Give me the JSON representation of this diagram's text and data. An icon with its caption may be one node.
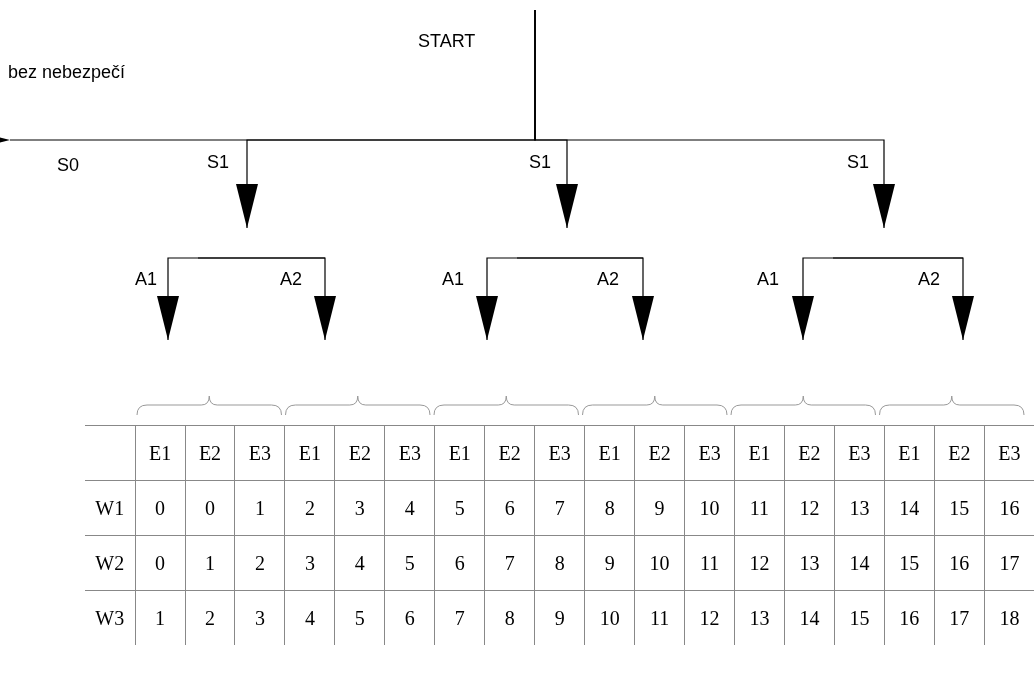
{
  "diagram": {
    "nodes": [
      {
        "text": [
          "START"
        ]
      },
      {
        "text": [
          "A1"
        ]
      },
      {
        "text": [
          "A2"
        ]
      },
      {
        "text": [
          "A1"
        ]
      },
      {
        "text": [
          "A2"
        ]
      },
      {
        "text": [
          "A1"
        ]
      },
      {
        "text": [
          "A2"
        ]
      }
    ],
    "edges": [
      {
        "from": 0,
        "to": null,
        "arrow": "to",
        "label": "S0"
      },
      {
        "from": 0,
        "to": null,
        "arrow": "to",
        "label": "S1"
      },
      {
        "from": 0,
        "to": null,
        "arrow": "to",
        "label": "S1"
      },
      {
        "from": 0,
        "to": null,
        "arrow": "to",
        "label": "S1"
      },
      {
        "from": null,
        "to": 1,
        "arrow": "to"
      },
      {
        "from": null,
        "to": 2,
        "arrow": "to"
      },
      {
        "from": null,
        "to": 3,
        "arrow": "to"
      },
      {
        "from": null,
        "to": 4,
        "arrow": "to"
      },
      {
        "from": null,
        "to": 5,
        "arrow": "to"
      },
      {
        "from": null,
        "to": 6,
        "arrow": "to"
      }
    ],
    "labels": [
      "bez nebezpečí",
      "E1",
      "E2",
      "E3",
      "E1",
      "E2",
      "E3",
      "E1",
      "E2",
      "E3",
      "E1",
      "E2",
      "E3",
      "E1",
      "E2",
      "E3",
      "E1",
      "E2",
      "E3",
      "W1",
      "0",
      "0",
      "1",
      "2",
      "3",
      "4",
      "5",
      "6",
      "7",
      "8",
      "9",
      "10",
      "11",
      "12",
      "13",
      "14",
      "15",
      "16",
      "W2",
      "0",
      "1",
      "2",
      "3",
      "4",
      "5",
      "6",
      "7",
      "8",
      "9",
      "10",
      "11",
      "12",
      "13",
      "14",
      "15",
      "16",
      "17",
      "W3",
      "1",
      "2",
      "3",
      "4",
      "5",
      "6",
      "7",
      "8",
      "9",
      "10",
      "11",
      "12",
      "13",
      "14",
      "15",
      "16",
      "17",
      "18"
    ]
  }
}
